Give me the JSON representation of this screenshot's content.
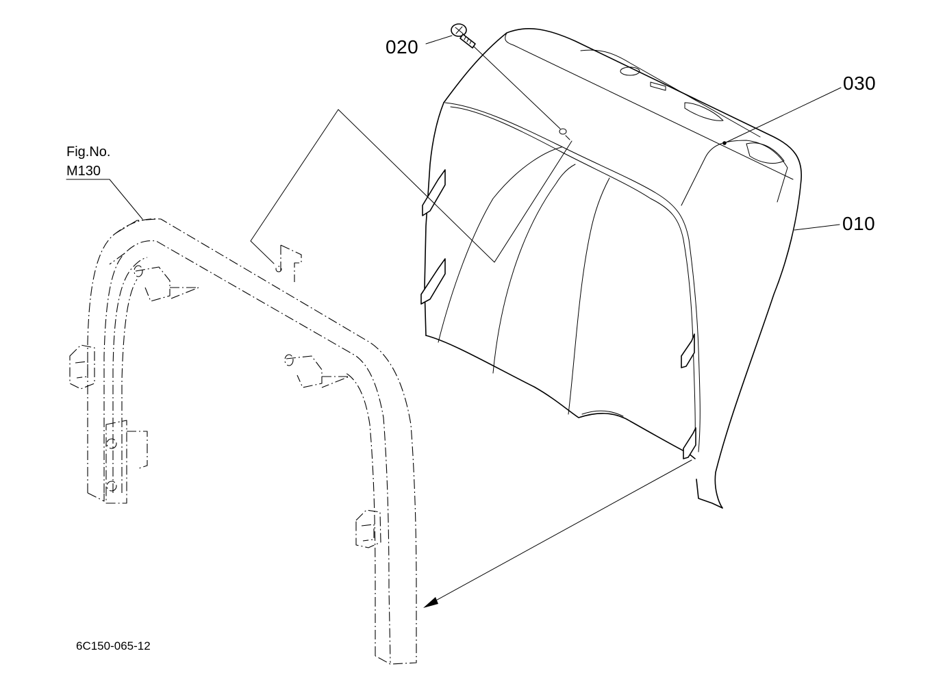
{
  "figure": {
    "ref_line1": "Fig.No.",
    "ref_line2": "M130",
    "drawing_code": "6C150-065-12"
  },
  "callouts": [
    {
      "id": "callout-020",
      "label": "020"
    },
    {
      "id": "callout-030",
      "label": "030"
    },
    {
      "id": "callout-010",
      "label": "010"
    }
  ]
}
